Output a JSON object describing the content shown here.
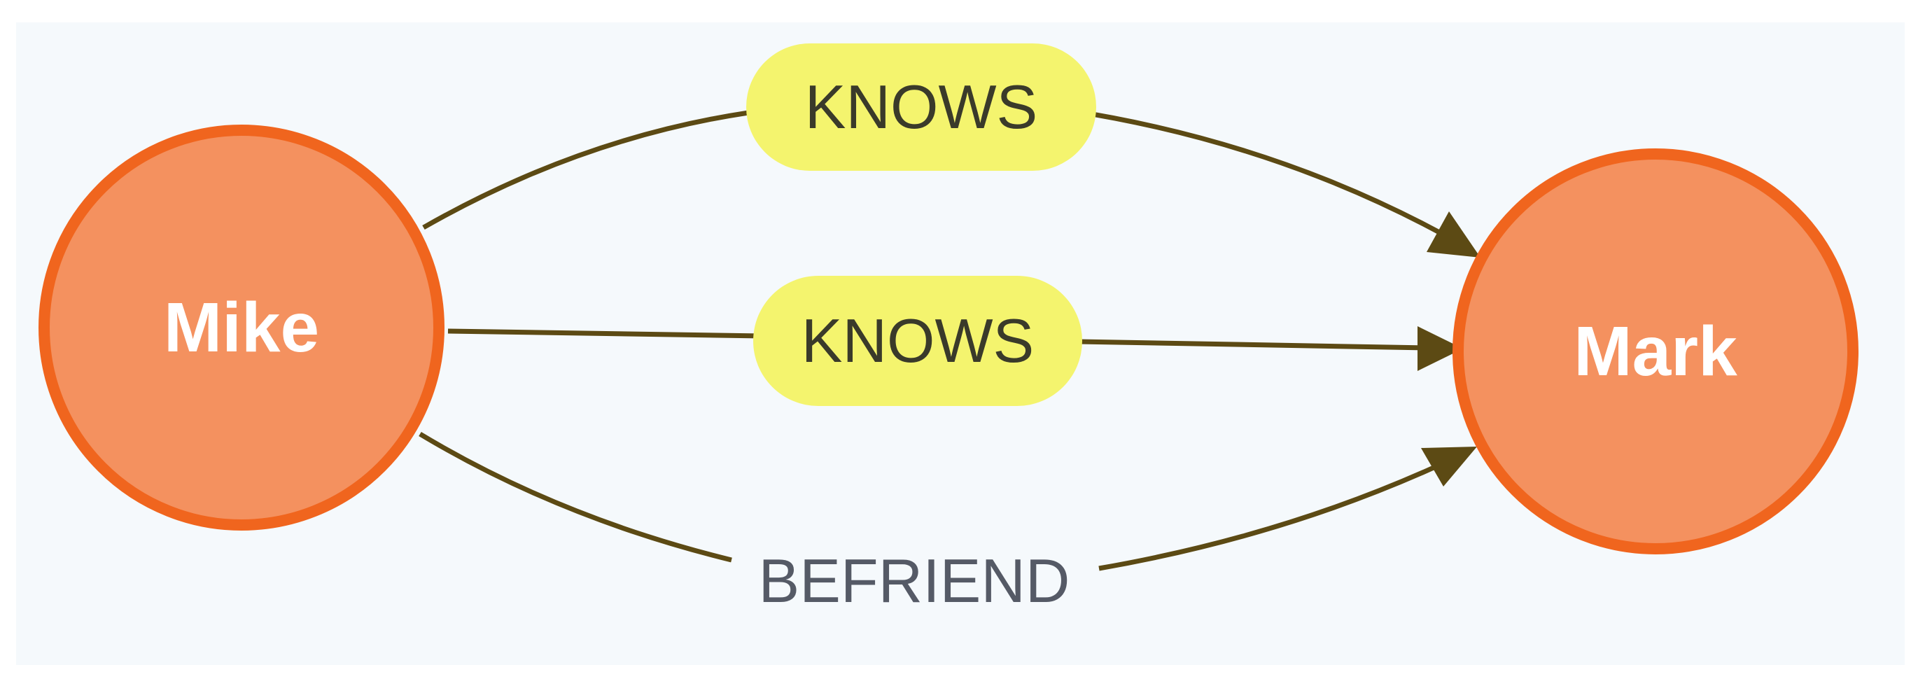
{
  "nodes": {
    "mike": {
      "label": "Mike"
    },
    "mark": {
      "label": "Mark"
    }
  },
  "edges": [
    {
      "label": "KNOWS",
      "highlighted": true
    },
    {
      "label": "KNOWS",
      "highlighted": true
    },
    {
      "label": "BEFRIEND",
      "highlighted": false
    }
  ],
  "colors": {
    "node_fill": "#f4915f",
    "node_stroke": "#f0651e",
    "edge": "#5c4a14",
    "highlight": "#f4f46e",
    "background": "#f5f9fc"
  }
}
